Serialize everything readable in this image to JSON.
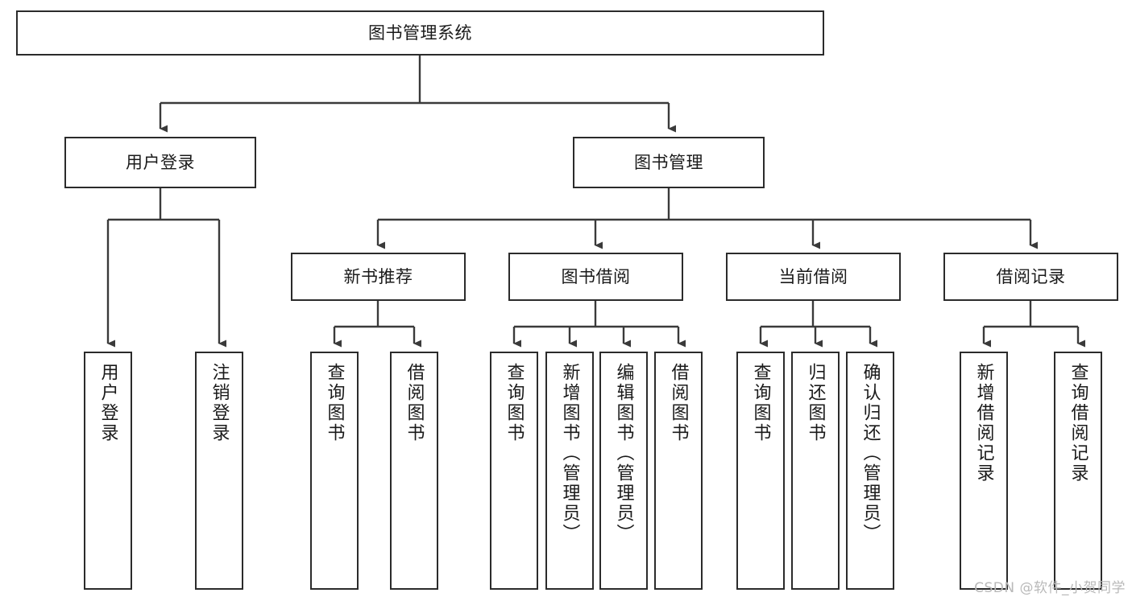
{
  "diagram": {
    "title": "图书管理系统",
    "type": "tree-hierarchy",
    "watermark": "CSDN @软件_小贺同学",
    "colors": {
      "box_border": "#2b2b2b",
      "box_fill": "#ffffff",
      "edge": "#3a3a3a",
      "text": "#1a1a1a",
      "watermark": "#b9b9b9",
      "background": "#ffffff"
    },
    "root": {
      "label": "图书管理系统"
    },
    "level1": [
      {
        "label": "用户登录"
      },
      {
        "label": "图书管理"
      }
    ],
    "level2": [
      {
        "label": "新书推荐"
      },
      {
        "label": "图书借阅"
      },
      {
        "label": "当前借阅"
      },
      {
        "label": "借阅记录"
      }
    ],
    "leaves": {
      "user_login": [
        {
          "label": "用户登录"
        },
        {
          "label": "注销登录"
        }
      ],
      "new_book_recommend": [
        {
          "label": "查询图书"
        },
        {
          "label": "借阅图书"
        }
      ],
      "book_borrow": [
        {
          "label": "查询图书"
        },
        {
          "label": "新增图书（管理员）"
        },
        {
          "label": "编辑图书（管理员）"
        },
        {
          "label": "借阅图书"
        }
      ],
      "current_borrow": [
        {
          "label": "查询图书"
        },
        {
          "label": "归还图书"
        },
        {
          "label": "确认归还（管理员）"
        }
      ],
      "borrow_record": [
        {
          "label": "新增借阅记录"
        },
        {
          "label": "查询借阅记录"
        }
      ]
    }
  }
}
